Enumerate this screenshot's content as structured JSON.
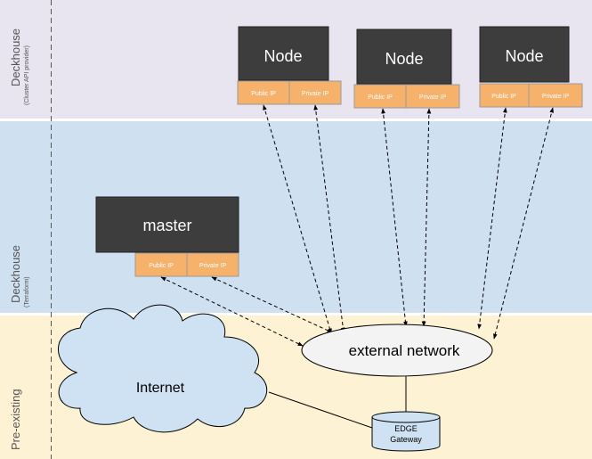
{
  "bands": {
    "top": {
      "title": "Deckhouse",
      "subtitle": "(Cluster API provider)",
      "color": "#e8e4f0"
    },
    "middle": {
      "title": "Deckhouse",
      "subtitle": "(Terraform)",
      "color": "#cfe0f1"
    },
    "bottom": {
      "title": "Pre-existing",
      "color": "#fdf2d3"
    }
  },
  "colors": {
    "box": "#3d3d3d",
    "ip": "#f6b26b",
    "cloud": "#cfe2f3"
  },
  "nodes": [
    {
      "label": "Node",
      "public_ip": "Public IP",
      "private_ip": "Private IP"
    },
    {
      "label": "Node",
      "public_ip": "Public IP",
      "private_ip": "Private IP"
    },
    {
      "label": "Node",
      "public_ip": "Public IP",
      "private_ip": "Private IP"
    }
  ],
  "master": {
    "label": "master",
    "public_ip": "Public IP",
    "private_ip": "Private IP"
  },
  "external_network": "external network",
  "internet": "Internet",
  "edge": {
    "line1": "EDGE",
    "line2": "Gateway"
  }
}
